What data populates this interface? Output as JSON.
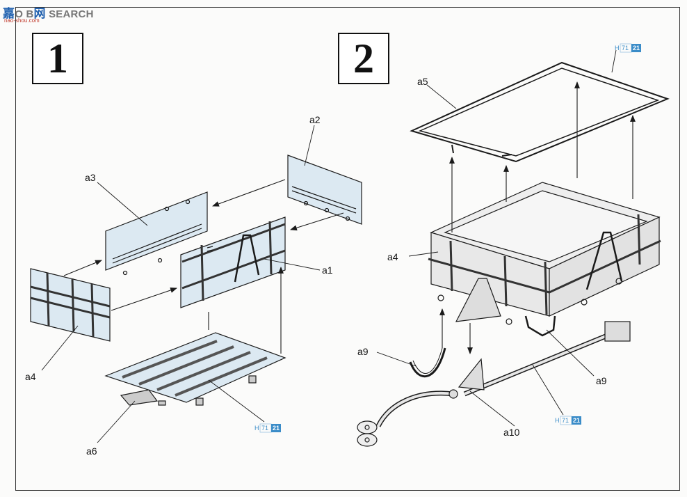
{
  "watermark": {
    "brand_cn": "嘉",
    "brand_rest": "O  B",
    "brand_cn2": "网",
    "brand_search": "SEARCH",
    "url": "nao-shou.com"
  },
  "steps": [
    {
      "number": "1"
    },
    {
      "number": "2"
    }
  ],
  "labels": {
    "a1": "a1",
    "a2": "a2",
    "a3": "a3",
    "a4_left": "a4",
    "a6": "a6",
    "a5": "a5",
    "a4_right": "a4",
    "a9_left": "a9",
    "a9_right": "a9",
    "a10": "a10"
  },
  "part_refs": [
    {
      "prefix": "H",
      "sheet": "71",
      "part": "21"
    },
    {
      "prefix": "H",
      "sheet": "71",
      "part": "21"
    },
    {
      "prefix": "H",
      "sheet": "71",
      "part": "21"
    }
  ],
  "colors": {
    "part_fill": "#dce9f2",
    "line": "#1a1a1a",
    "ref_blue": "#3a8cc8"
  }
}
